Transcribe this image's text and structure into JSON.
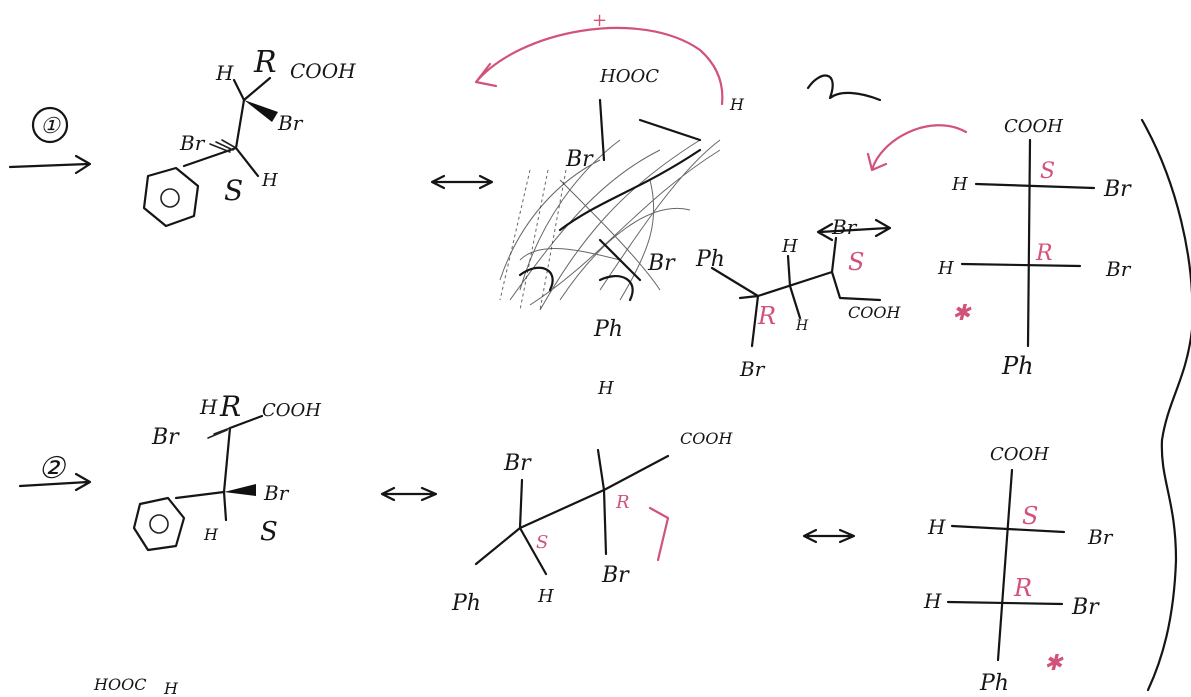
{
  "rows": [
    {
      "step_marker": "①",
      "wedge_dash": {
        "top_h": "H",
        "top_config": "R",
        "top_acid": "COOH",
        "top_br": "Br",
        "bottom_br": "Br",
        "bottom_h": "H",
        "bottom_config": "S"
      },
      "sawhorse_scribbled": {
        "top_acid": "HOOC",
        "br_left": "Br",
        "top_h": "H",
        "br_right": "Br",
        "bottom_ph": "Ph"
      },
      "zigzag": {
        "left_ph": "Ph",
        "h_top": "H",
        "right_br": "Br",
        "config_right": "S",
        "config_left": "R",
        "h_low": "H",
        "right_acid": "COOH",
        "bottom_br": "Br"
      },
      "fischer": {
        "top": "COOH",
        "r1_left": "H",
        "r1_right": "Br",
        "r1_config": "S",
        "r2_left": "H",
        "r2_right": "Br",
        "r2_config": "R",
        "bottom": "Ph"
      }
    },
    {
      "step_marker": "②",
      "wedge_dash": {
        "top_h": "H",
        "top_config": "R",
        "top_acid": "COOH",
        "top_br": "Br",
        "bottom_br": "Br",
        "bottom_h": "H",
        "bottom_config": "S"
      },
      "zigzag": {
        "top_h": "H",
        "left_br": "Br",
        "right_acid": "COOH",
        "config_right": "R",
        "config_left": "S",
        "bottom_br": "Br",
        "bottom_ph": "Ph",
        "bottom_h": "H"
      },
      "fischer": {
        "top": "COOH",
        "r1_left": "H",
        "r1_right": "Br",
        "r1_config": "S",
        "r2_left": "H",
        "r2_right": "Br",
        "r2_config": "R",
        "bottom": "Ph"
      }
    }
  ],
  "bottom_partial": {
    "label_a": "HOOC",
    "label_b": "H"
  },
  "colors": {
    "ink": "#151515",
    "pink_accent": "#d2537a"
  }
}
